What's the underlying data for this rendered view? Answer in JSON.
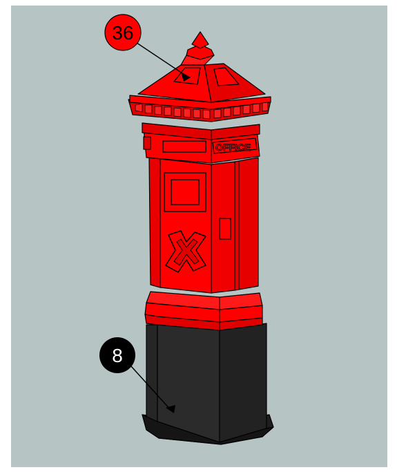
{
  "model": {
    "name": "pillar-box-post-box",
    "colors": {
      "page_background": "#ffffff",
      "viewport_background": "#b7c4c4",
      "body_red": "#ff0000",
      "body_red_shade": "#e00000",
      "base_black": "#2b2b2b",
      "base_black_shade": "#1e1e1e",
      "outline": "#000000"
    },
    "cap_text": "OFFICE"
  },
  "callouts": [
    {
      "id": "callout-36",
      "label": "36",
      "fill": "#ff0000",
      "text_color": "#000000"
    },
    {
      "id": "callout-8",
      "label": "8",
      "fill": "#000000",
      "text_color": "#ffffff"
    }
  ]
}
